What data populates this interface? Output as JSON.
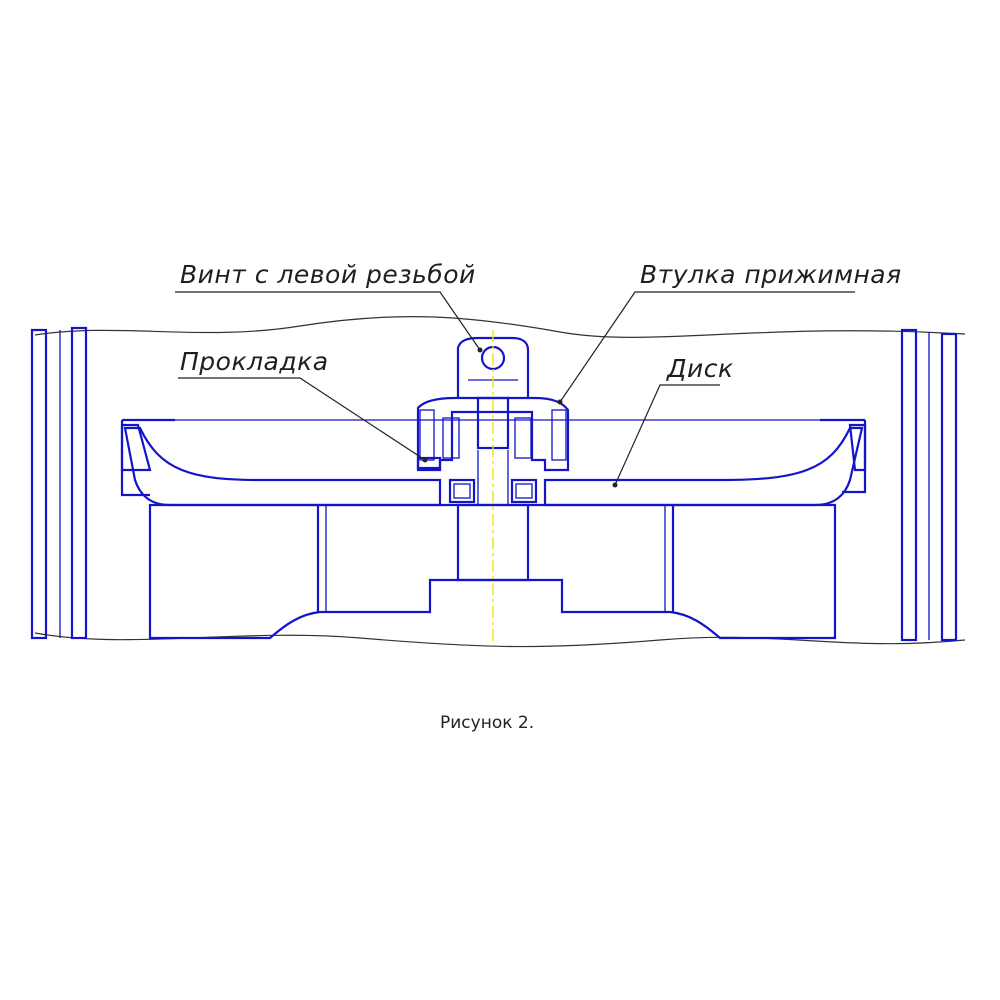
{
  "labels": {
    "screw": "Винт с левой резьбой",
    "sleeve": "Втулка прижимная",
    "gasket": "Прокладка",
    "disk": "Диск"
  },
  "caption": "Рисунок 2.",
  "colors": {
    "outline": "#1414c8",
    "hatch": "#4a4a4a",
    "centerline": "#e6e600",
    "background": "#ffffff"
  }
}
